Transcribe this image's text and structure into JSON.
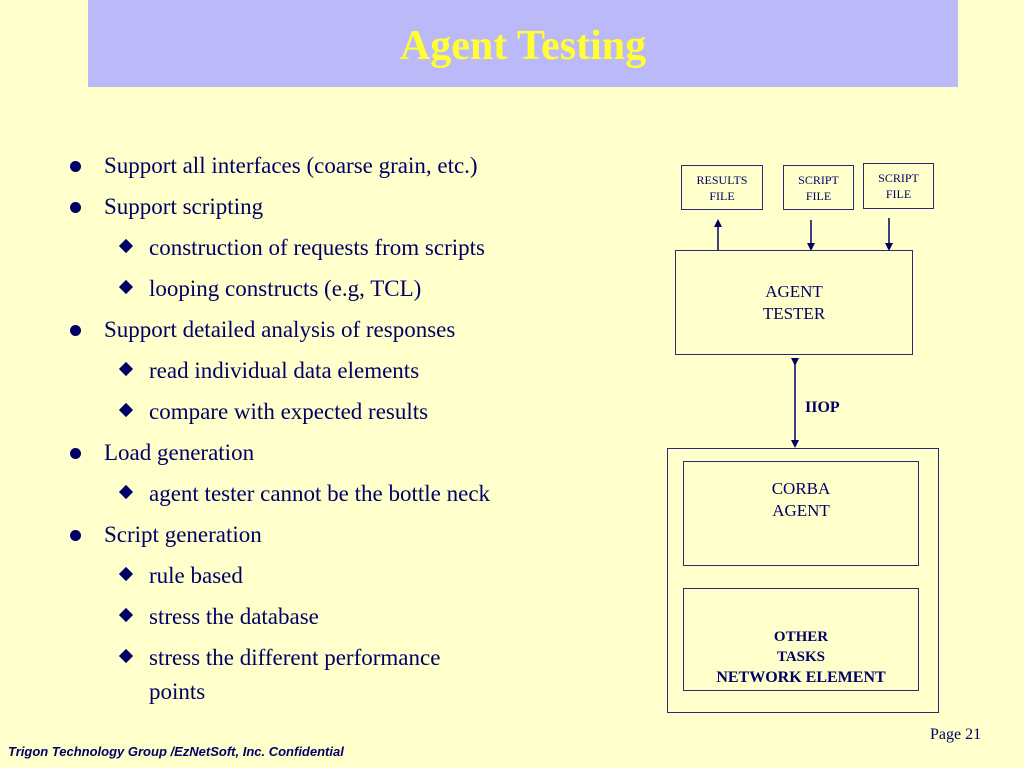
{
  "slide": {
    "title": "Agent Testing",
    "footer": "Trigon Technology Group /EzNetSoft, Inc. Confidential",
    "page_label": "Page 21"
  },
  "bullets": [
    {
      "level": 1,
      "text": "Support all interfaces (coarse grain, etc.)"
    },
    {
      "level": 1,
      "text": "Support  scripting"
    },
    {
      "level": 2,
      "text": "construction of requests from scripts"
    },
    {
      "level": 2,
      "text": "looping constructs (e.g, TCL)"
    },
    {
      "level": 1,
      "text": "Support detailed analysis of responses"
    },
    {
      "level": 2,
      "text": "read individual data elements"
    },
    {
      "level": 2,
      "text": "compare with expected results"
    },
    {
      "level": 1,
      "text": "Load generation"
    },
    {
      "level": 2,
      "text": "agent tester cannot be the bottle neck"
    },
    {
      "level": 1,
      "text": "Script generation"
    },
    {
      "level": 2,
      "text": "rule based"
    },
    {
      "level": 2,
      "text": "stress the database"
    },
    {
      "level": 2,
      "text": "stress the different performance"
    },
    {
      "level": 2,
      "text": "points"
    }
  ],
  "diagram": {
    "results_file": [
      "RESULTS",
      "FILE"
    ],
    "script_file_1": [
      "SCRIPT",
      "FILE"
    ],
    "script_file_2": [
      "SCRIPT",
      "FILE"
    ],
    "agent_tester": [
      "AGENT",
      "TESTER"
    ],
    "protocol": "IIOP",
    "corba_agent": [
      "CORBA",
      "AGENT"
    ],
    "other_tasks": [
      "OTHER",
      "TASKS"
    ],
    "network_element": "NETWORK ELEMENT"
  }
}
